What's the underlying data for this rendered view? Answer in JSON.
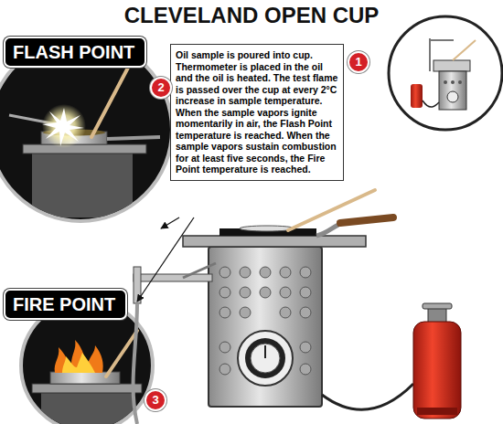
{
  "diagram": {
    "title": "CLEVELAND OPEN CUP",
    "nodes": [
      {
        "text": [
          "FLASH POINT"
        ]
      },
      {
        "text": [
          "Oil sample is poured into cup. Thermometer is placed in the oil and the oil is heated. The test flame is passed over the cup at every 2°C increase in sample temperature. When the sample vapors ignite momentarily in air, the Flash Point temperature is reached. When the sample vapors sustain combustion for at least five seconds, the Fire Point temperature is reached."
        ]
      },
      {
        "text": [
          "1"
        ]
      },
      {
        "text": [
          "2"
        ]
      },
      {
        "text": [
          "FIRE POINT"
        ]
      },
      {
        "text": [
          "3"
        ]
      }
    ]
  }
}
